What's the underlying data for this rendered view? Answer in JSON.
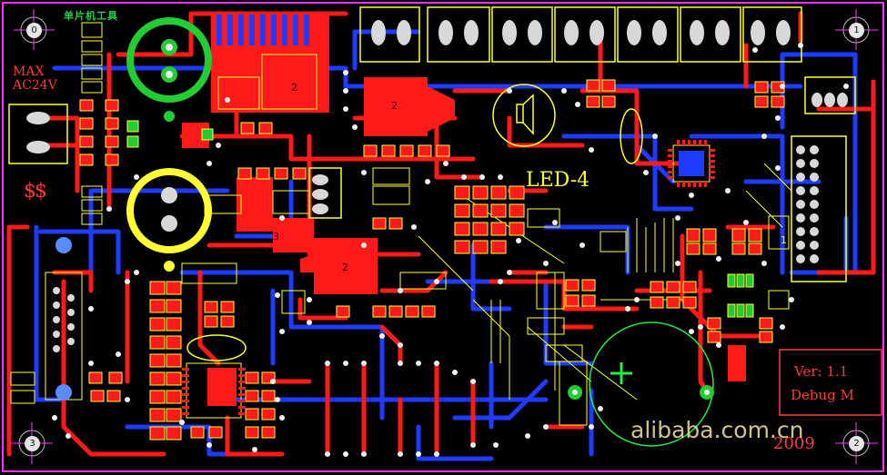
{
  "board": {
    "title_cn": "单片机工具",
    "max_line1": "MAX",
    "max_line2": "AC24V",
    "currency_mark": "$$",
    "led_label": "LED-4",
    "version": "Ver: 1.1",
    "mode": "Debug  M",
    "year": "2009",
    "watermark": "alibaba.com.cn"
  },
  "corner_marks": [
    "0",
    "1",
    "2",
    "3"
  ],
  "component_refs": [
    "2",
    "2",
    "2",
    "3",
    "1"
  ],
  "colors": {
    "background": "#000000",
    "top_copper": "#ff1a1a",
    "bottom_copper": "#1f3bff",
    "silkscreen": "#ffff33",
    "pads": "#d8d8d8",
    "outline": "#ff33ff",
    "green_mark": "#22cc33"
  }
}
